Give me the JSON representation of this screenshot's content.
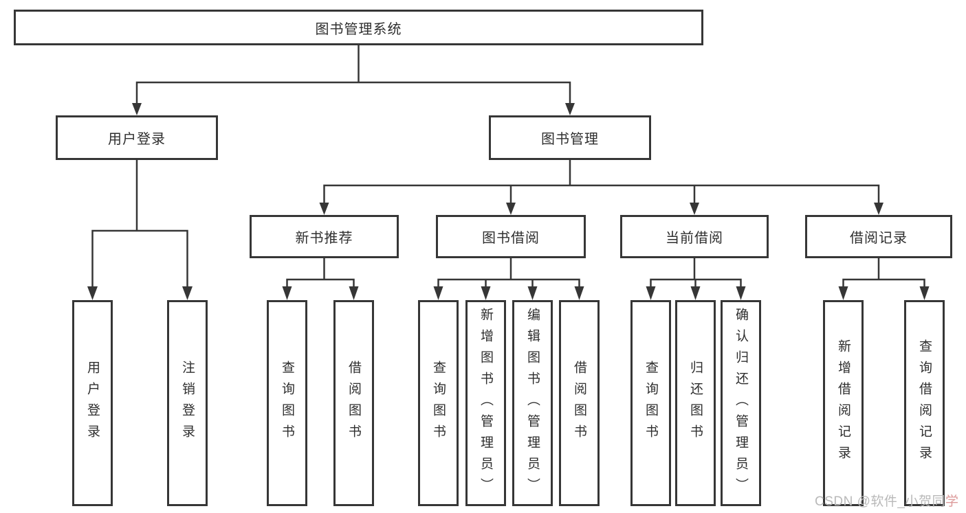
{
  "root": "图书管理系统",
  "level2": {
    "user_login": "用户登录",
    "book_mgmt": "图书管理"
  },
  "level3": {
    "new_books": "新书推荐",
    "borrowing": "图书借阅",
    "current": "当前借阅",
    "records": "借阅记录"
  },
  "level4": {
    "user_login": [
      "用户登录",
      "注销登录"
    ],
    "new_books": [
      "查询图书",
      "借阅图书"
    ],
    "borrowing": [
      "查询图书",
      "新增图书（管理员）",
      "编辑图书（管理员）",
      "借阅图书"
    ],
    "current": [
      "查询图书",
      "归还图书",
      "确认归还（管理员）"
    ],
    "records": [
      "新增借阅记录",
      "查询借阅记录"
    ]
  },
  "watermark": {
    "main": "CSDN @软件_小贺同",
    "accent": "学"
  },
  "colors": {
    "line": "#363636",
    "text": "#2e2e2e",
    "watermark": "#b9b9b9",
    "watermark_accent": "#dc9a9a"
  }
}
